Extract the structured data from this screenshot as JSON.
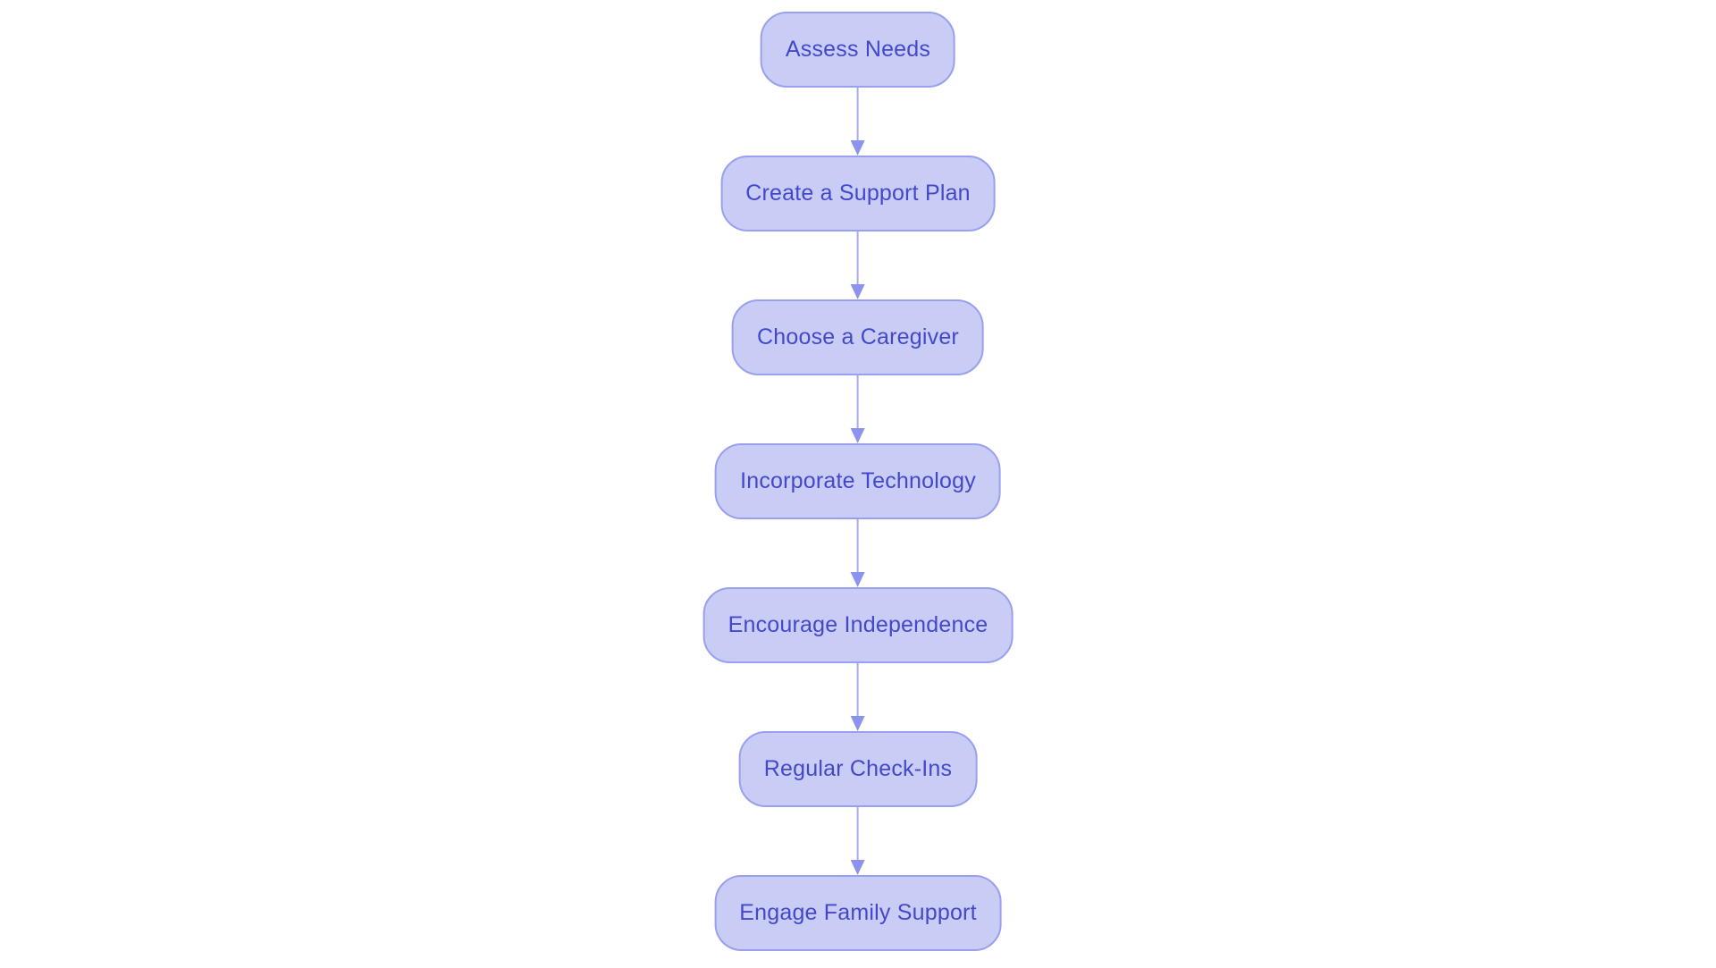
{
  "diagram": {
    "type": "flowchart",
    "direction": "top-down",
    "nodes": [
      {
        "id": "assess-needs",
        "label": "Assess Needs"
      },
      {
        "id": "create-support-plan",
        "label": "Create a Support Plan"
      },
      {
        "id": "choose-caregiver",
        "label": "Choose a Caregiver"
      },
      {
        "id": "incorporate-technology",
        "label": "Incorporate Technology"
      },
      {
        "id": "encourage-independence",
        "label": "Encourage Independence"
      },
      {
        "id": "regular-check-ins",
        "label": "Regular Check-Ins"
      },
      {
        "id": "engage-family-support",
        "label": "Engage Family Support"
      }
    ],
    "edges": [
      {
        "from": "assess-needs",
        "to": "create-support-plan"
      },
      {
        "from": "create-support-plan",
        "to": "choose-caregiver"
      },
      {
        "from": "choose-caregiver",
        "to": "incorporate-technology"
      },
      {
        "from": "incorporate-technology",
        "to": "encourage-independence"
      },
      {
        "from": "encourage-independence",
        "to": "regular-check-ins"
      },
      {
        "from": "regular-check-ins",
        "to": "engage-family-support"
      }
    ]
  },
  "theme": {
    "background": "#ffffff",
    "node_fill": "#c9ccf5",
    "node_border": "#99a0ed",
    "node_text": "#4348ca",
    "arrow_line": "#a7acf2",
    "arrow_head": "#8b93ee"
  }
}
